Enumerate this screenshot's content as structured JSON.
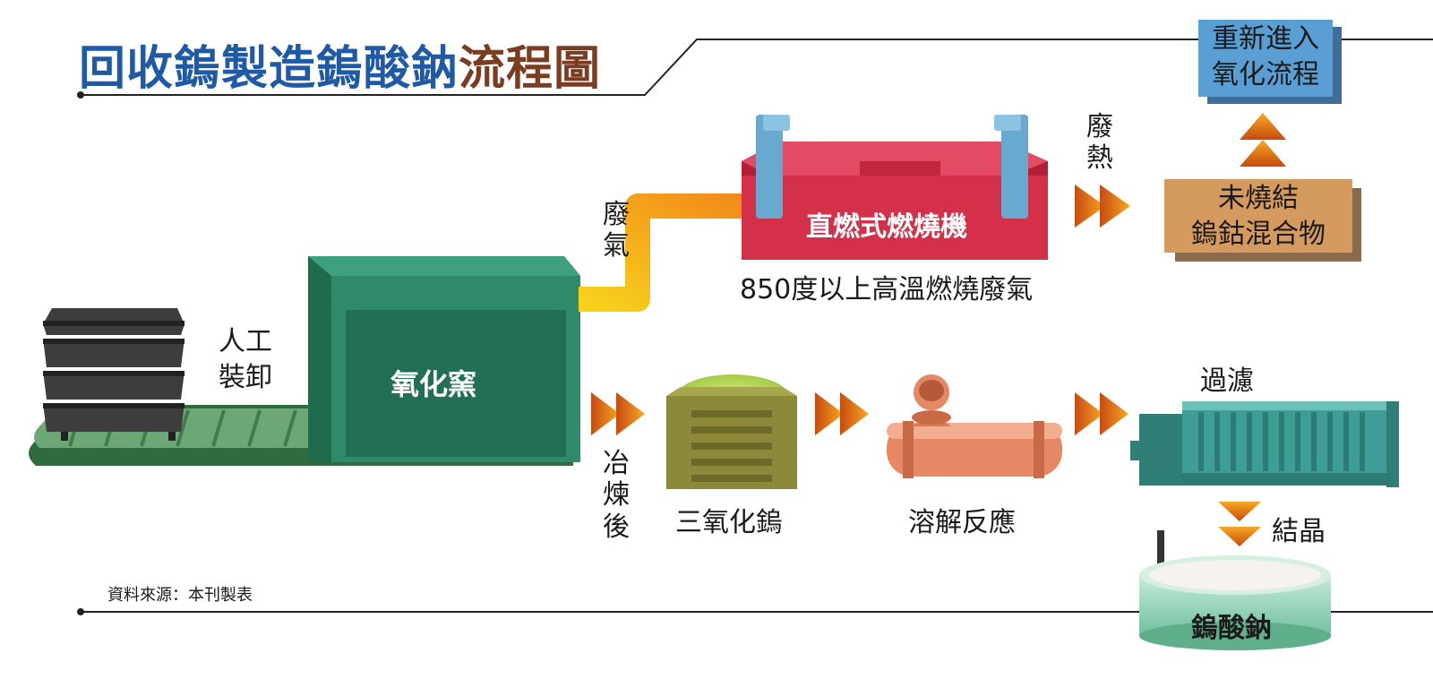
{
  "title": {
    "part1": "回收鎢製造鎢酸鈉",
    "part2": "流程圖"
  },
  "nodes": {
    "kiln": "氧化窯",
    "burner": "直燃式燃燒機",
    "reenter": [
      "重新進入",
      "氧化流程"
    ],
    "unsintered": [
      "未燒結",
      "鎢鈷混合物"
    ],
    "wo3": "三氧化鎢",
    "dissolve": "溶解反應",
    "filter": "過濾",
    "product": "鎢酸鈉"
  },
  "labels": {
    "manual": [
      "人工",
      "裝卸"
    ],
    "exhaust": [
      "廢",
      "氣"
    ],
    "waste_heat": [
      "廢",
      "熱"
    ],
    "after_smelting": [
      "冶",
      "煉",
      "後"
    ],
    "burn_note": "850度以上高溫燃燒廢氣",
    "crystallize": "結晶"
  },
  "source": "資料來源：本刊製表",
  "colors": {
    "title_blue": "#1f5aa6",
    "title_brown": "#7a3d22",
    "kiln_green": "#2f8a6a",
    "burner_red": "#d4304a",
    "arrow_orange": "#f39a1e",
    "reenter_blue": "#5a9fd4",
    "unsintered_tan": "#d59a5e",
    "pipe_orange": "#f5b51c",
    "conveyor_green": "#4e8a5a",
    "crate_olive": "#8c8a3a",
    "reactor_copper": "#e68864",
    "filter_teal": "#3e9e95"
  }
}
